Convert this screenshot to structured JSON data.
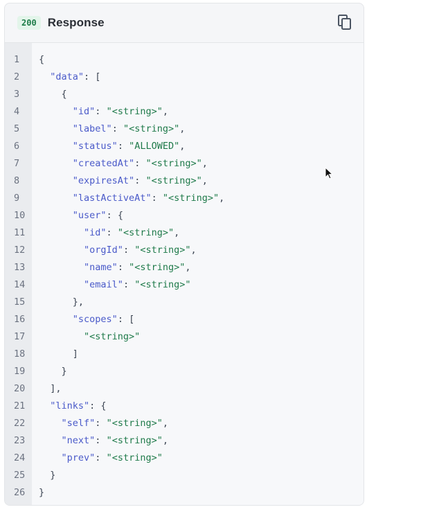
{
  "header": {
    "status_code": "200",
    "title": "Response",
    "copy_icon": "copy-icon"
  },
  "code_lines": [
    {
      "n": "1",
      "indent": "",
      "parts": [
        [
          "p",
          "{"
        ]
      ]
    },
    {
      "n": "2",
      "indent": "  ",
      "parts": [
        [
          "k",
          "\"data\""
        ],
        [
          "p",
          ": ["
        ]
      ]
    },
    {
      "n": "3",
      "indent": "    ",
      "parts": [
        [
          "p",
          "{"
        ]
      ]
    },
    {
      "n": "4",
      "indent": "      ",
      "parts": [
        [
          "k",
          "\"id\""
        ],
        [
          "p",
          ": "
        ],
        [
          "s",
          "\"<string>\""
        ],
        [
          "p",
          ","
        ]
      ]
    },
    {
      "n": "5",
      "indent": "      ",
      "parts": [
        [
          "k",
          "\"label\""
        ],
        [
          "p",
          ": "
        ],
        [
          "s",
          "\"<string>\""
        ],
        [
          "p",
          ","
        ]
      ]
    },
    {
      "n": "6",
      "indent": "      ",
      "parts": [
        [
          "k",
          "\"status\""
        ],
        [
          "p",
          ": "
        ],
        [
          "s",
          "\"ALLOWED\""
        ],
        [
          "p",
          ","
        ]
      ]
    },
    {
      "n": "7",
      "indent": "      ",
      "parts": [
        [
          "k",
          "\"createdAt\""
        ],
        [
          "p",
          ": "
        ],
        [
          "s",
          "\"<string>\""
        ],
        [
          "p",
          ","
        ]
      ]
    },
    {
      "n": "8",
      "indent": "      ",
      "parts": [
        [
          "k",
          "\"expiresAt\""
        ],
        [
          "p",
          ": "
        ],
        [
          "s",
          "\"<string>\""
        ],
        [
          "p",
          ","
        ]
      ]
    },
    {
      "n": "9",
      "indent": "      ",
      "parts": [
        [
          "k",
          "\"lastActiveAt\""
        ],
        [
          "p",
          ": "
        ],
        [
          "s",
          "\"<string>\""
        ],
        [
          "p",
          ","
        ]
      ]
    },
    {
      "n": "10",
      "indent": "      ",
      "parts": [
        [
          "k",
          "\"user\""
        ],
        [
          "p",
          ": {"
        ]
      ]
    },
    {
      "n": "11",
      "indent": "        ",
      "parts": [
        [
          "k",
          "\"id\""
        ],
        [
          "p",
          ": "
        ],
        [
          "s",
          "\"<string>\""
        ],
        [
          "p",
          ","
        ]
      ]
    },
    {
      "n": "12",
      "indent": "        ",
      "parts": [
        [
          "k",
          "\"orgId\""
        ],
        [
          "p",
          ": "
        ],
        [
          "s",
          "\"<string>\""
        ],
        [
          "p",
          ","
        ]
      ]
    },
    {
      "n": "13",
      "indent": "        ",
      "parts": [
        [
          "k",
          "\"name\""
        ],
        [
          "p",
          ": "
        ],
        [
          "s",
          "\"<string>\""
        ],
        [
          "p",
          ","
        ]
      ]
    },
    {
      "n": "14",
      "indent": "        ",
      "parts": [
        [
          "k",
          "\"email\""
        ],
        [
          "p",
          ": "
        ],
        [
          "s",
          "\"<string>\""
        ]
      ]
    },
    {
      "n": "15",
      "indent": "      ",
      "parts": [
        [
          "p",
          "},"
        ]
      ]
    },
    {
      "n": "16",
      "indent": "      ",
      "parts": [
        [
          "k",
          "\"scopes\""
        ],
        [
          "p",
          ": ["
        ]
      ]
    },
    {
      "n": "17",
      "indent": "        ",
      "parts": [
        [
          "s",
          "\"<string>\""
        ]
      ]
    },
    {
      "n": "18",
      "indent": "      ",
      "parts": [
        [
          "p",
          "]"
        ]
      ]
    },
    {
      "n": "19",
      "indent": "    ",
      "parts": [
        [
          "p",
          "}"
        ]
      ]
    },
    {
      "n": "20",
      "indent": "  ",
      "parts": [
        [
          "p",
          "],"
        ]
      ]
    },
    {
      "n": "21",
      "indent": "  ",
      "parts": [
        [
          "k",
          "\"links\""
        ],
        [
          "p",
          ": {"
        ]
      ]
    },
    {
      "n": "22",
      "indent": "    ",
      "parts": [
        [
          "k",
          "\"self\""
        ],
        [
          "p",
          ": "
        ],
        [
          "s",
          "\"<string>\""
        ],
        [
          "p",
          ","
        ]
      ]
    },
    {
      "n": "23",
      "indent": "    ",
      "parts": [
        [
          "k",
          "\"next\""
        ],
        [
          "p",
          ": "
        ],
        [
          "s",
          "\"<string>\""
        ],
        [
          "p",
          ","
        ]
      ]
    },
    {
      "n": "24",
      "indent": "    ",
      "parts": [
        [
          "k",
          "\"prev\""
        ],
        [
          "p",
          ": "
        ],
        [
          "s",
          "\"<string>\""
        ]
      ]
    },
    {
      "n": "25",
      "indent": "  ",
      "parts": [
        [
          "p",
          "}"
        ]
      ]
    },
    {
      "n": "26",
      "indent": "",
      "parts": [
        [
          "p",
          "}"
        ]
      ]
    }
  ],
  "colors": {
    "key": "#4a5ac9",
    "string": "#1f7a4a",
    "punct": "#3d4654",
    "badge_bg": "#e3f5ea",
    "badge_fg": "#1c7c47"
  }
}
